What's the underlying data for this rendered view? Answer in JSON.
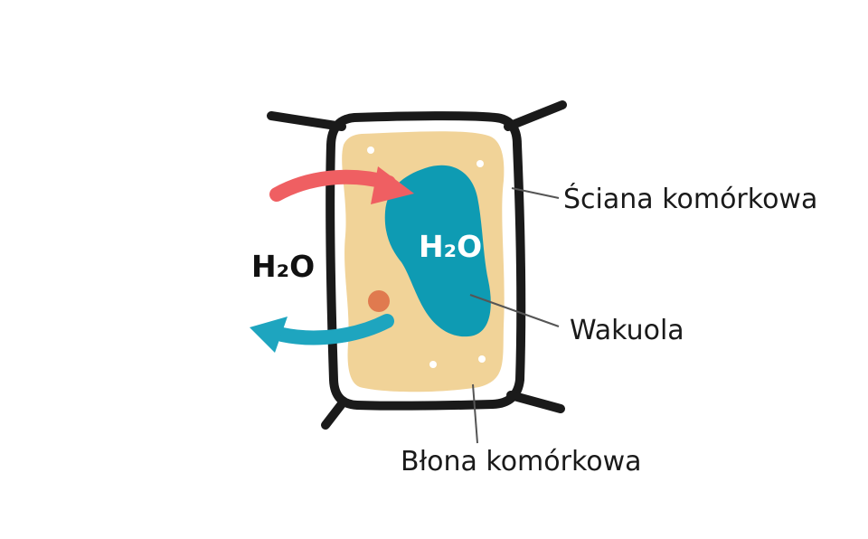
{
  "labels": {
    "cell_wall": "Ściana komórkowa",
    "vacuole": "Wakuola",
    "cell_membrane": "Błona komórkowa",
    "water_outside": "H₂O",
    "water_inside": "H₂O"
  },
  "colors": {
    "cell_wall": "#1a1a1a",
    "cytoplasm": "#f1d398",
    "vacuole": "#0e9bb3",
    "arrow_in": "#ef5f62",
    "arrow_out": "#1ea5bf",
    "organelle": "#e07a4f",
    "granules": "#ffffff"
  }
}
